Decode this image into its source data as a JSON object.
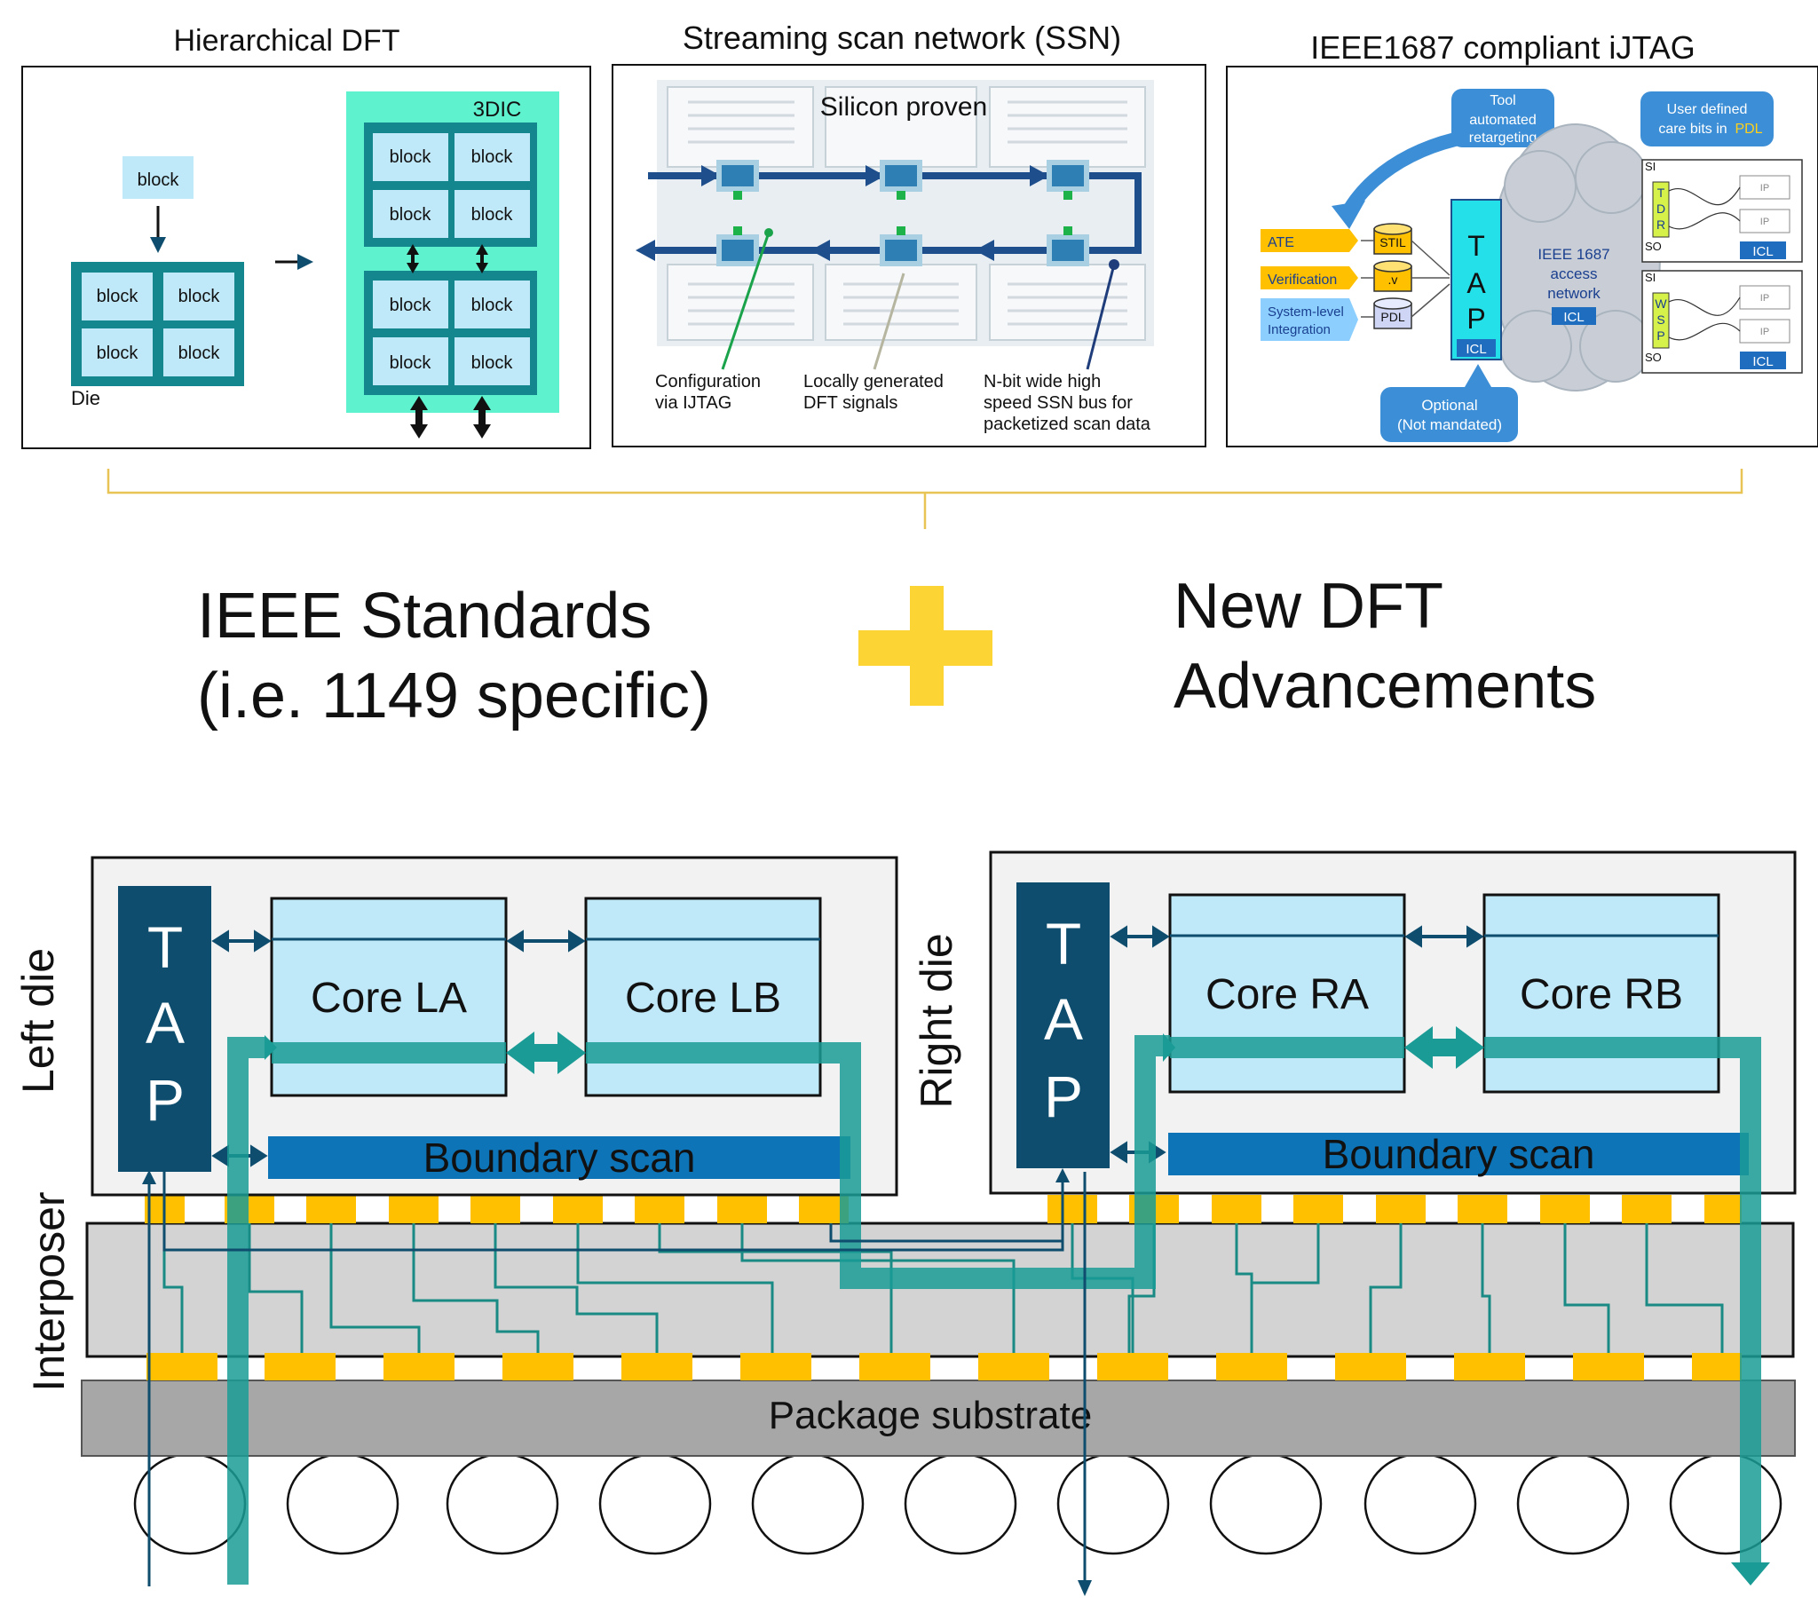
{
  "panels": {
    "hier": {
      "title": "Hierarchical DFT",
      "block": "block",
      "die": "Die",
      "chip3d": "3DIC"
    },
    "ssn": {
      "title": "Streaming scan network (SSN)",
      "silicon": "Silicon proven",
      "cap1a": "Configuration",
      "cap1b": "via IJTAG",
      "cap2a": "Locally generated",
      "cap2b": "DFT signals",
      "cap3a": "N-bit wide high",
      "cap3b": "speed SSN bus for",
      "cap3c": "packetized scan data"
    },
    "ijtag": {
      "title": "IEEE1687 compliant iJTAG",
      "tool_a": "Tool",
      "tool_b": "automated",
      "tool_c": "retargeting",
      "user_a": "User defined",
      "user_b": "care bits in",
      "user_pdl": "PDL",
      "ate": "ATE",
      "verification": "Verification",
      "sys_a": "System-level",
      "sys_b": "Integration",
      "stil": "STIL",
      "v": ".v",
      "pdl": "PDL",
      "tap_t": "T",
      "tap_a": "A",
      "tap_p": "P",
      "icl": "ICL",
      "net_a": "IEEE 1687",
      "net_b": "access",
      "net_c": "network",
      "opt_a": "Optional",
      "opt_b": "(Not mandated)",
      "tdr_t": "T",
      "tdr_d": "D",
      "tdr_r": "R",
      "wsp_w": "W",
      "wsp_s": "S",
      "wsp_p": "P",
      "si": "SI",
      "so": "SO",
      "ip": "IP"
    }
  },
  "middle": {
    "ieee_line1": "IEEE Standards",
    "ieee_line2": "(i.e. 1149 specific)",
    "new_line1": "New DFT",
    "new_line2": "Advancements"
  },
  "bottom": {
    "left_die": "Left die",
    "right_die": "Right die",
    "interposer": "Interposer",
    "substrate": "Package substrate",
    "tap_t": "T",
    "tap_a": "A",
    "tap_p": "P",
    "core_la": "Core LA",
    "core_lb": "Core LB",
    "core_ra": "Core RA",
    "core_rb": "Core RB",
    "boundary": "Boundary scan"
  },
  "colors": {
    "teal": "#1a8a84",
    "navy": "#0e4d6e",
    "gold": "#ffc000",
    "plus": "#fcd535",
    "core": "#bfe8f8",
    "mint": "#5ef2cf",
    "boundary": "#0e74b8"
  }
}
